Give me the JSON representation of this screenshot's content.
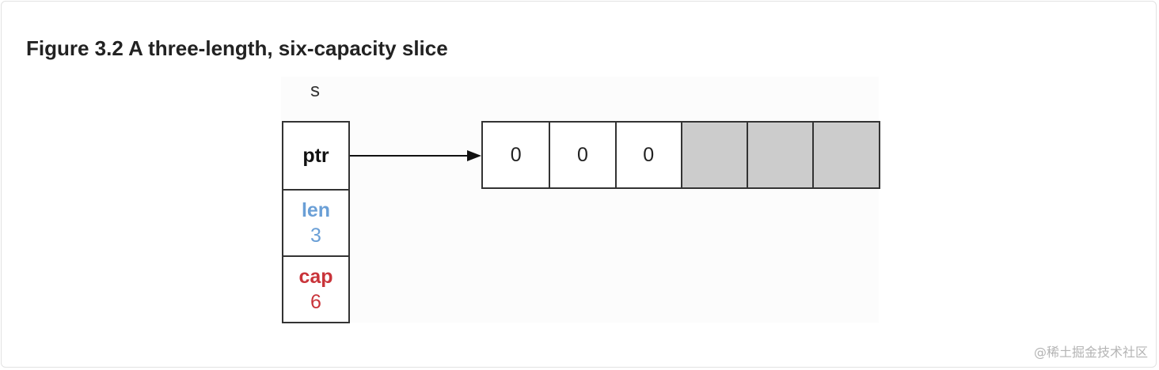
{
  "figure": {
    "title": "Figure 3.2 A three-length, six-capacity slice"
  },
  "diagram": {
    "variable_name": "s",
    "header": {
      "ptr_label": "ptr",
      "len_label": "len",
      "len_value": "3",
      "cap_label": "cap",
      "cap_value": "6"
    },
    "array": {
      "cells": [
        "0",
        "0",
        "0",
        "",
        "",
        ""
      ],
      "filled_count": 3,
      "capacity": 6
    },
    "colors": {
      "len": "#6a9fd6",
      "cap": "#c9343a",
      "unused_cell": "#cccccc",
      "border": "#333333"
    }
  },
  "watermark": "@稀土掘金技术社区"
}
